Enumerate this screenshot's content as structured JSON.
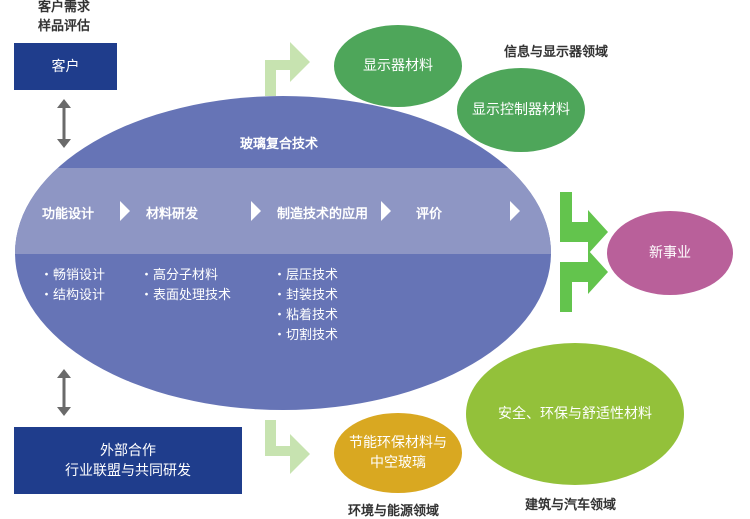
{
  "top_label": {
    "line1": "客户需求",
    "line2": "样品评估"
  },
  "customer_box": {
    "label": "客户",
    "color": "#1f3d8c"
  },
  "partner_box": {
    "line1": "外部合作",
    "line2": "行业联盟与共同研发",
    "color": "#1f3d8c"
  },
  "ellipse": {
    "title": "玻璃复合技术",
    "color": "#6674b6",
    "band_color": "#8e96c4"
  },
  "steps": [
    {
      "label": "功能设计"
    },
    {
      "label": "材料研发"
    },
    {
      "label": "制造技术的应用"
    },
    {
      "label": "评价"
    }
  ],
  "lists": {
    "col1": [
      "・畅销设计",
      "・结构设计"
    ],
    "col2": [
      "・高分子材料",
      "・表面处理技术"
    ],
    "col3": [
      "・层压技术",
      "・封装技术",
      "・粘着技术",
      "・切割技术"
    ]
  },
  "display_domain": {
    "title": "信息与显示器领域",
    "circle1": "显示器材料",
    "circle2": "显示控制器材料",
    "color": "#4ea65a"
  },
  "new_business": {
    "label": "新事业",
    "color": "#b9609a"
  },
  "energy_domain": {
    "title": "环境与能源领域",
    "line1": "节能环保材料与",
    "line2": "中空玻璃",
    "color": "#d9a821"
  },
  "auto_domain": {
    "title": "建筑与汽车领域",
    "label": "安全、环保与舒适性材料",
    "color": "#93c13a"
  },
  "arrow_colors": {
    "light_green": "#c7e3b0",
    "bright_green": "#63c44d",
    "double_arrow": "#6a6a6a"
  }
}
